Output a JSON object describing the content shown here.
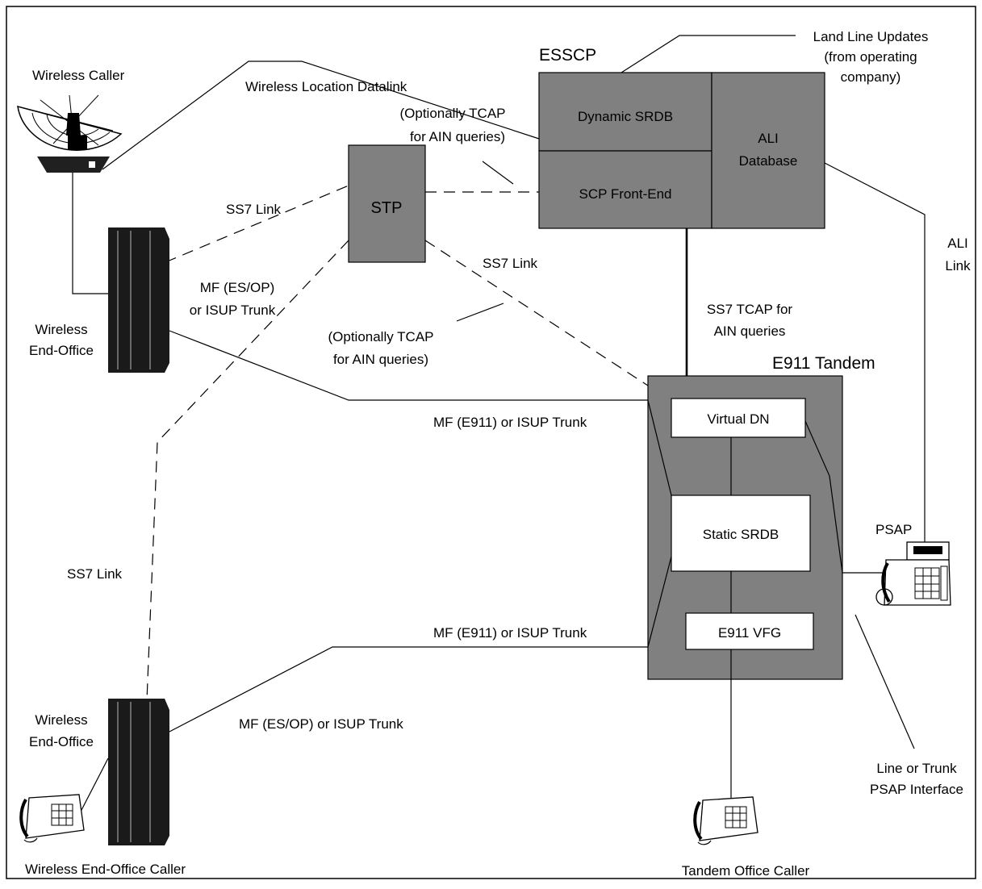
{
  "labels": {
    "wireless_caller": "Wireless Caller",
    "wireless_location_datalink": "Wireless Location Datalink",
    "optional_tcap_top_1": "(Optionally TCAP",
    "optional_tcap_top_2": "for AIN queries)",
    "esscp": "ESSCP",
    "land_line_1": "Land Line Updates",
    "land_line_2": "(from operating",
    "land_line_3": "company)",
    "dynamic_srdb": "Dynamic SRDB",
    "scp_front_end": "SCP Front-End",
    "ali_db_1": "ALI",
    "ali_db_2": "Database",
    "stp": "STP",
    "ss7_link_left": "SS7 Link",
    "ss7_link_right": "SS7 Link",
    "ss7_link_vertical": "SS7 Link",
    "mf_esop_1": "MF (ES/OP)",
    "mf_esop_2": "or ISUP Trunk",
    "wireless_eo_top_1": "Wireless",
    "wireless_eo_top_2": "End-Office",
    "optional_tcap_mid_1": "(Optionally TCAP",
    "optional_tcap_mid_2": "for AIN queries)",
    "ss7_tcap_1": "SS7 TCAP for",
    "ss7_tcap_2": "AIN queries",
    "ali_link_1": "ALI",
    "ali_link_2": "Link",
    "e911_tandem": "E911 Tandem",
    "virtual_dn": "Virtual DN",
    "mf_e911_upper": "MF (E911) or ISUP Trunk",
    "static_srdb": "Static SRDB",
    "psap": "PSAP",
    "mf_e911_lower": "MF (E911) or ISUP Trunk",
    "e911_vfg": "E911 VFG",
    "wireless_eo_bottom_1": "Wireless",
    "wireless_eo_bottom_2": "End-Office",
    "mf_esop_bottom": "MF (ES/OP) or ISUP Trunk",
    "line_trunk_1": "Line or Trunk",
    "line_trunk_2": "PSAP Interface",
    "wireless_eo_caller": "Wireless End-Office Caller",
    "tandem_office_caller": "Tandem Office Caller"
  }
}
